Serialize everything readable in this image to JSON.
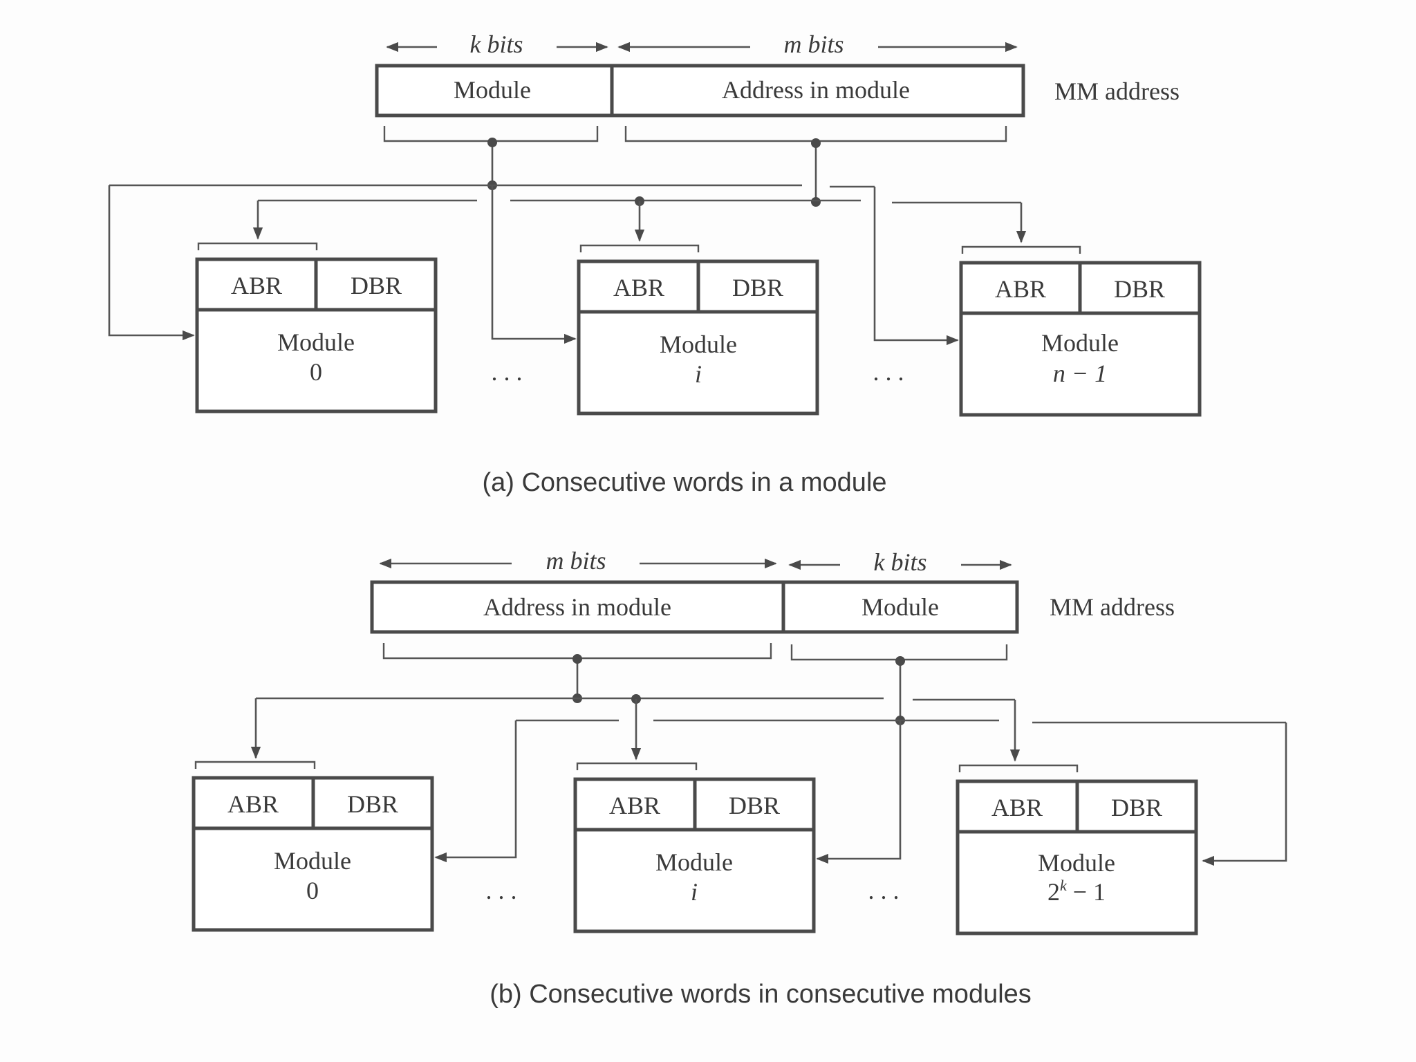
{
  "diagram_a": {
    "left_width_label": "k bits",
    "right_width_label": "m bits",
    "left_field": "Module",
    "right_field": "Address in module",
    "address_label": "MM address",
    "modules": [
      {
        "abr": "ABR",
        "dbr": "DBR",
        "name": "Module",
        "index": "0"
      },
      {
        "abr": "ABR",
        "dbr": "DBR",
        "name": "Module",
        "index": "i"
      },
      {
        "abr": "ABR",
        "dbr": "DBR",
        "name": "Module",
        "index": "n − 1"
      }
    ],
    "ellipsis": ". . .",
    "caption": "(a) Consecutive words in a module"
  },
  "diagram_b": {
    "left_width_label": "m bits",
    "right_width_label": "k bits",
    "left_field": "Address in module",
    "right_field": "Module",
    "address_label": "MM address",
    "modules": [
      {
        "abr": "ABR",
        "dbr": "DBR",
        "name": "Module",
        "index": "0"
      },
      {
        "abr": "ABR",
        "dbr": "DBR",
        "name": "Module",
        "index": "i"
      },
      {
        "abr": "ABR",
        "dbr": "DBR",
        "name": "Module",
        "index_base": "2",
        "index_sup": "k",
        "index_rest": " − 1"
      }
    ],
    "ellipsis": ". . .",
    "caption": "(b) Consecutive words in consecutive modules"
  }
}
